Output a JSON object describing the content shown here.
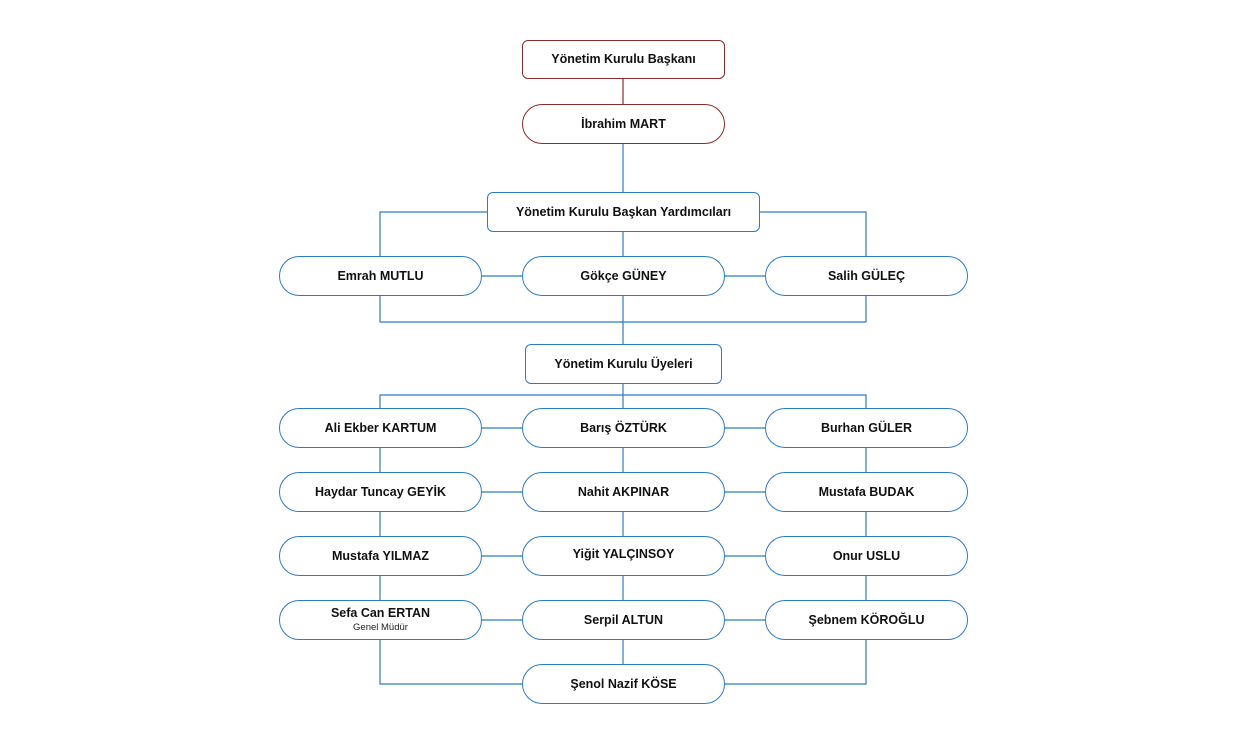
{
  "chairman": {
    "title": "Yönetim Kurulu Başkanı",
    "name": "İbrahim MART"
  },
  "vice_chairs": {
    "title": "Yönetim Kurulu Başkan Yardımcıları",
    "members": [
      "Emrah MUTLU",
      "Gökçe GÜNEY",
      "Salih GÜLEÇ"
    ]
  },
  "board_members": {
    "title": "Yönetim Kurulu Üyeleri",
    "members": [
      "Ali Ekber KARTUM",
      "Barış ÖZTÜRK",
      "Burhan GÜLER",
      "Haydar Tuncay GEYİK",
      "Nahit AKPINAR",
      "Mustafa BUDAK",
      "Mustafa YILMAZ",
      "Yiğit YALÇINSOY",
      "Onur USLU",
      "Sefa Can ERTAN",
      "Serpil ALTUN",
      "Şebnem KÖROĞLU",
      "Şenol Nazif KÖSE"
    ],
    "sefa_subtitle": "Genel Müdür"
  },
  "colors": {
    "chairman": "#8b2a2a",
    "board": "#2b7bc6"
  }
}
